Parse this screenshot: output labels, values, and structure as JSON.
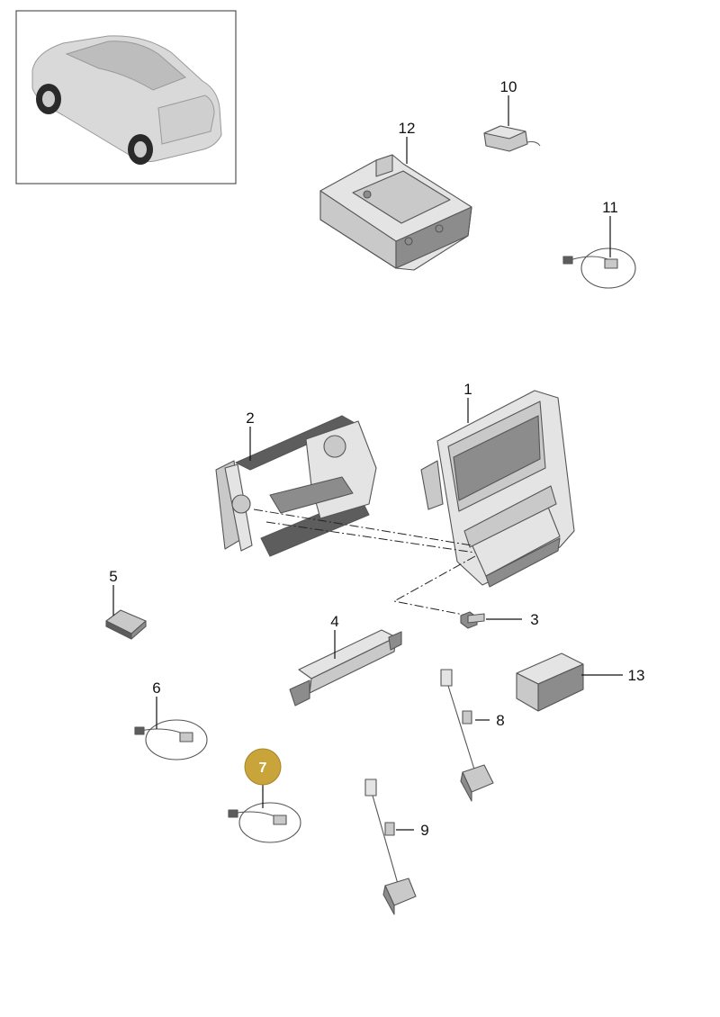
{
  "diagram": {
    "highlighted_part": "7",
    "highlight_color": "#c9a43a",
    "line_color": "#111111",
    "parts": [
      {
        "id": "p1",
        "label": "1"
      },
      {
        "id": "p2",
        "label": "2"
      },
      {
        "id": "p3",
        "label": "3"
      },
      {
        "id": "p4",
        "label": "4"
      },
      {
        "id": "p5",
        "label": "5"
      },
      {
        "id": "p6",
        "label": "6"
      },
      {
        "id": "p7",
        "label": "7"
      },
      {
        "id": "p8",
        "label": "8"
      },
      {
        "id": "p9",
        "label": "9"
      },
      {
        "id": "p10",
        "label": "10"
      },
      {
        "id": "p11",
        "label": "11"
      },
      {
        "id": "p12",
        "label": "12"
      },
      {
        "id": "p13",
        "label": "13"
      }
    ]
  }
}
